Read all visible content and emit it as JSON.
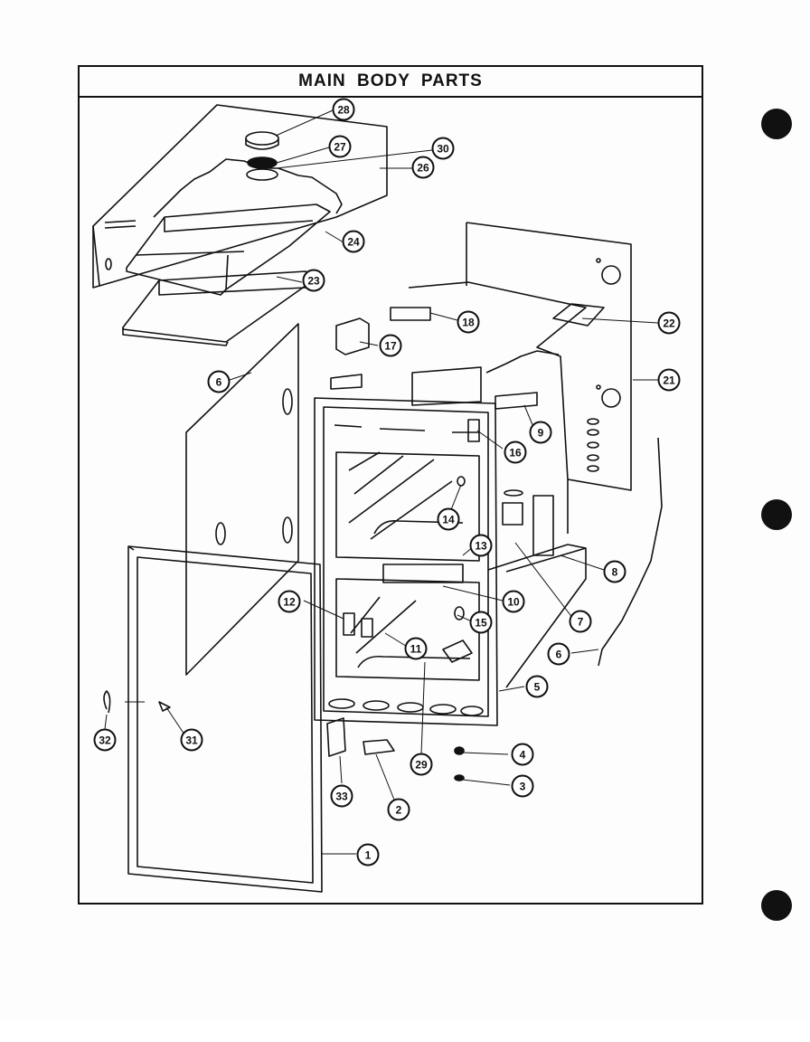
{
  "page": {
    "title": "MAIN BODY PARTS"
  },
  "callouts": [
    {
      "id": "c1",
      "label": "1"
    },
    {
      "id": "c2",
      "label": "2"
    },
    {
      "id": "c3",
      "label": "3"
    },
    {
      "id": "c4",
      "label": "4"
    },
    {
      "id": "c5",
      "label": "5"
    },
    {
      "id": "c6a",
      "label": "6"
    },
    {
      "id": "c6b",
      "label": "6"
    },
    {
      "id": "c7",
      "label": "7"
    },
    {
      "id": "c8",
      "label": "8"
    },
    {
      "id": "c9",
      "label": "9"
    },
    {
      "id": "c10",
      "label": "10"
    },
    {
      "id": "c11",
      "label": "11"
    },
    {
      "id": "c12",
      "label": "12"
    },
    {
      "id": "c13",
      "label": "13"
    },
    {
      "id": "c14",
      "label": "14"
    },
    {
      "id": "c15",
      "label": "15"
    },
    {
      "id": "c16",
      "label": "16"
    },
    {
      "id": "c17",
      "label": "17"
    },
    {
      "id": "c18",
      "label": "18"
    },
    {
      "id": "c21",
      "label": "21"
    },
    {
      "id": "c22",
      "label": "22"
    },
    {
      "id": "c23",
      "label": "23"
    },
    {
      "id": "c24",
      "label": "24"
    },
    {
      "id": "c26",
      "label": "26"
    },
    {
      "id": "c27",
      "label": "27"
    },
    {
      "id": "c28",
      "label": "28"
    },
    {
      "id": "c29",
      "label": "29"
    },
    {
      "id": "c30",
      "label": "30"
    },
    {
      "id": "c31",
      "label": "31"
    },
    {
      "id": "c32",
      "label": "32"
    },
    {
      "id": "c33",
      "label": "33"
    }
  ]
}
